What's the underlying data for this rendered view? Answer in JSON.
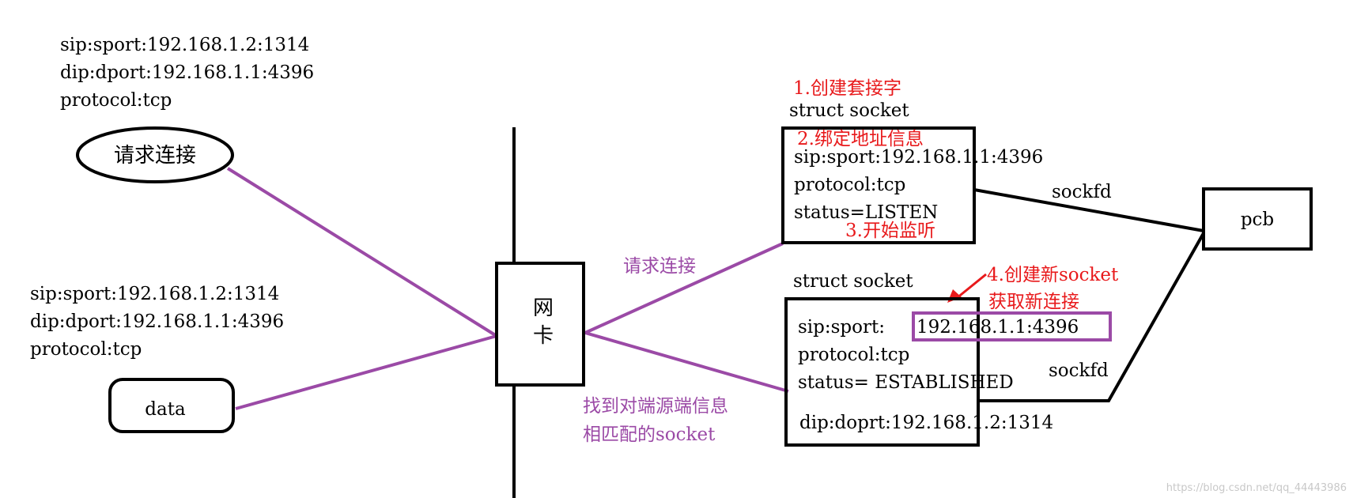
{
  "colors": {
    "purple": "#9b4aa6",
    "red": "#e8191b",
    "black": "#000000",
    "watermark": "#c8c8c8"
  },
  "client_top": {
    "line1": "sip:sport:192.168.1.2:1314",
    "line2": "dip:dport:192.168.1.1:4396",
    "line3": "protocol:tcp",
    "node": "请求连接"
  },
  "client_bottom": {
    "line1": "sip:sport:192.168.1.2:1314",
    "line2": "dip:dport:192.168.1.1:4396",
    "line3": "protocol:tcp",
    "node": "data"
  },
  "nic": {
    "char1": "网",
    "char2": "卡"
  },
  "edge_labels": {
    "request": "请求连接",
    "match_line1": "找到对端源端信息",
    "match_line2": "相匹配的socket"
  },
  "listen_socket": {
    "step1": "1.创建套接字",
    "title": "struct socket",
    "step2": "2.绑定地址信息",
    "line1": "sip:sport:192.168.1.1:4396",
    "line2": "protocol:tcp",
    "line3": "status=LISTEN",
    "step3": "3.开始监听"
  },
  "new_socket": {
    "title": "struct socket",
    "step4_line1": "4.创建新socket",
    "step4_line2": "获取新连接",
    "line1_prefix": "sip:sport:",
    "line1_addr": "192.168.1.1:4396",
    "line2": "protocol:tcp",
    "line3": "status= ESTABLISHED",
    "line4": "dip:doprt:192.168.1.2:1314"
  },
  "pcb": {
    "label": "pcb",
    "sockfd_top": "sockfd",
    "sockfd_bottom": "sockfd"
  },
  "watermark": "https://blog.csdn.net/qq_44443986"
}
